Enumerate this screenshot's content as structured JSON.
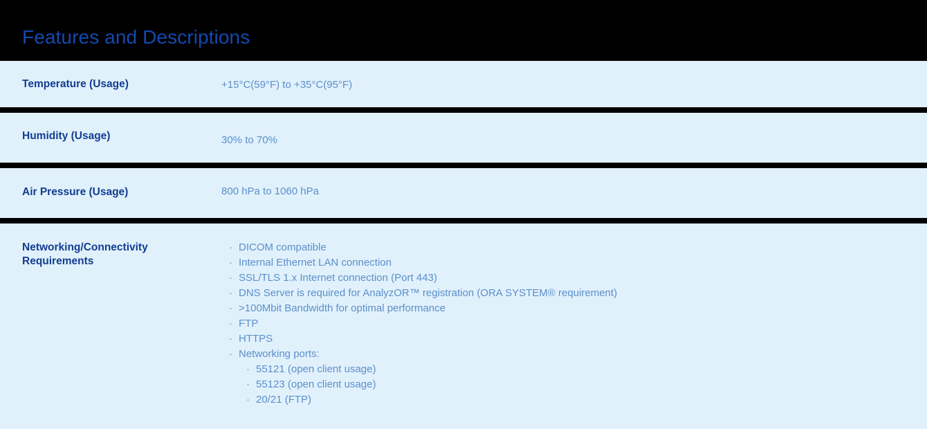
{
  "header": {
    "title": "Features and Descriptions",
    "title_color": "#1449b0",
    "background_color": "#000000"
  },
  "theme": {
    "row_background": "#e1f1fc",
    "label_color": "#123d8f",
    "value_color": "#5b8fc9",
    "divider_color": "#000000"
  },
  "rows": [
    {
      "label": "Temperature (Usage)",
      "value": "+15°C(59°F) to +35°C(95°F)"
    },
    {
      "label": "Humidity (Usage)",
      "value": "30% to 70%"
    },
    {
      "label": "Air Pressure (Usage)",
      "value": "800 hPa to 1060 hPa"
    },
    {
      "label": "Networking/Connectivity Requirements",
      "label_line1": "Networking/Connectivity",
      "label_line2": "Requirements",
      "bullets": [
        {
          "text": "DICOM compatible"
        },
        {
          "text": "Internal Ethernet LAN connection"
        },
        {
          "text": "SSL/TLS 1.x Internet connection (Port 443)"
        },
        {
          "text": "DNS Server is required for AnalyzOR™ registration (ORA SYSTEM® requirement)"
        },
        {
          "text": ">100Mbit Bandwidth for optimal performance"
        },
        {
          "text": "FTP"
        },
        {
          "text": "HTTPS"
        },
        {
          "text": "Networking ports:",
          "sub_bullets": [
            "55121 (open client usage)",
            "55123 (open client usage)",
            "20/21 (FTP)"
          ]
        }
      ]
    }
  ],
  "icons": {
    "bullet_glyph": "·"
  }
}
